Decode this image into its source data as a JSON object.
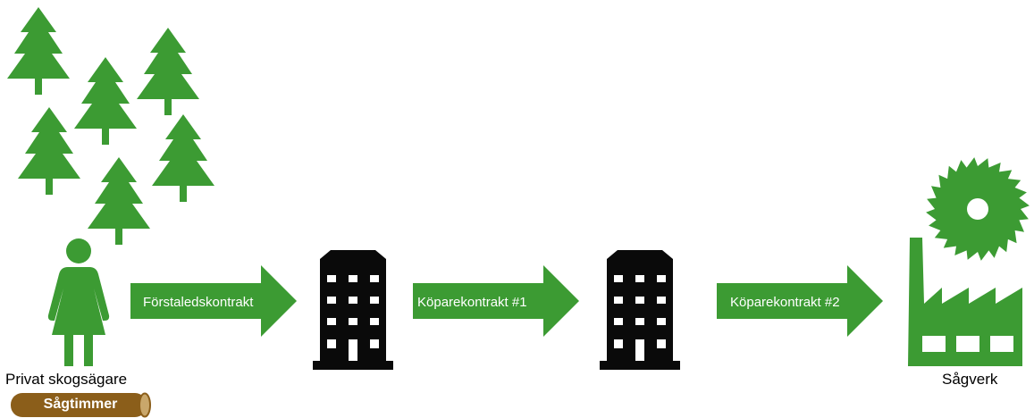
{
  "colors": {
    "green": "#3c9b33",
    "black": "#0a0a0a",
    "log_brown": "#8b5e1a",
    "log_end": "#c9a76b"
  },
  "icons": {
    "forest": "tree-icon",
    "owner": "woman-icon",
    "intermediary": "office-building-icon",
    "mill": "sawmill-icon",
    "log": "log-icon"
  },
  "owner": {
    "caption": "Privat skogsägare"
  },
  "log": {
    "label": "Sågtimmer"
  },
  "arrows": [
    {
      "label": "Förstaledskontrakt"
    },
    {
      "label": "Köparekontrakt #1"
    },
    {
      "label": "Köparekontrakt #2"
    }
  ],
  "mill": {
    "caption": "Sågverk"
  }
}
